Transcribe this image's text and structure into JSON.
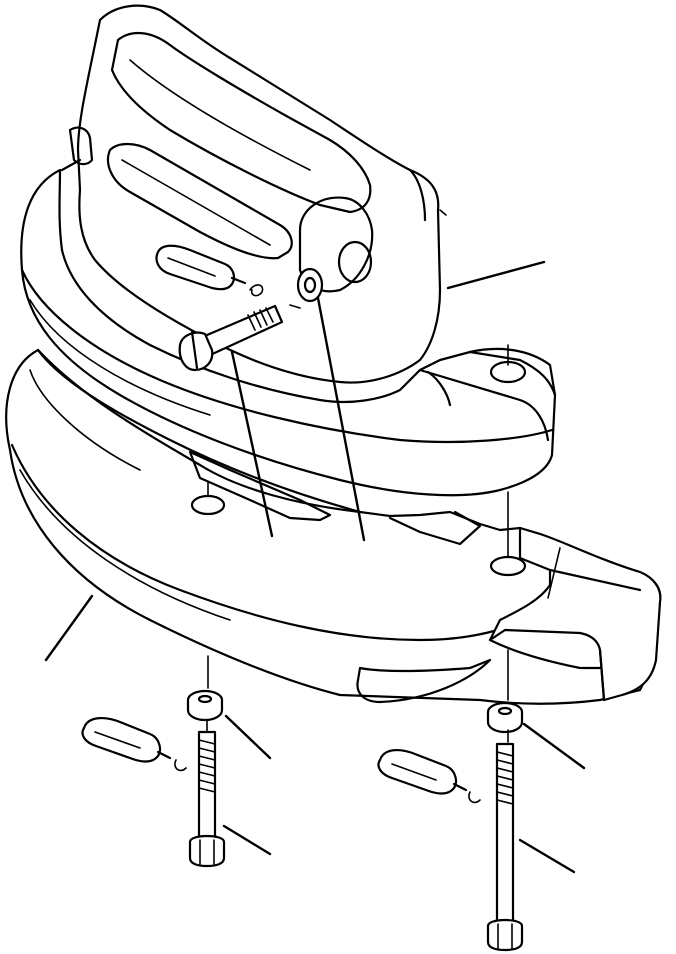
{
  "drawing": {
    "style": "line-art",
    "stroke_color": "#000000",
    "background_color": "#ffffff",
    "parts": [
      {
        "id": "upper-counterweight",
        "icon": "counterweight-upper"
      },
      {
        "id": "lower-counterweight",
        "icon": "counterweight-lower"
      },
      {
        "id": "side-bolt",
        "icon": "hex-bolt"
      },
      {
        "id": "side-washer",
        "icon": "washer"
      },
      {
        "id": "bottom-left-washer",
        "icon": "washer"
      },
      {
        "id": "bottom-left-bolt",
        "icon": "hex-bolt"
      },
      {
        "id": "bottom-right-washer",
        "icon": "washer"
      },
      {
        "id": "bottom-right-bolt",
        "icon": "hex-bolt"
      },
      {
        "id": "thread-sealant-tubes",
        "icon": "adhesive-tube",
        "count": 3
      }
    ],
    "leader_line_count": 8
  }
}
